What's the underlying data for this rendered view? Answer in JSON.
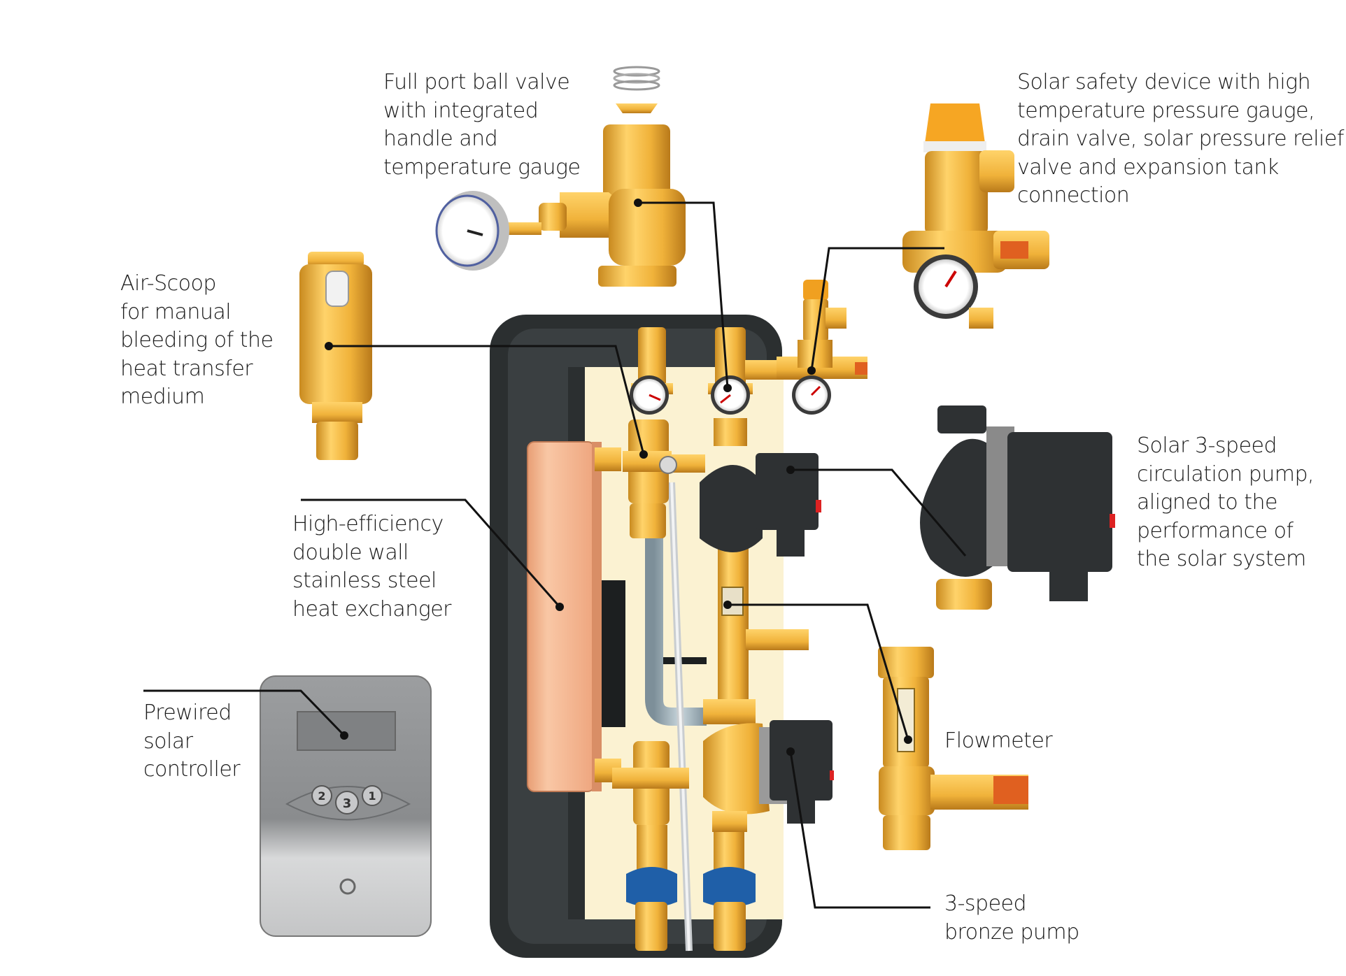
{
  "labels": {
    "ball_valve": [
      "Full port ball valve",
      "with integrated",
      "handle and",
      "temperature gauge"
    ],
    "safety_device": [
      "Solar safety device with high",
      "temperature pressure gauge,",
      "drain valve, solar pressure relief",
      "valve and expansion tank",
      "connection"
    ],
    "air_scoop": [
      "Air-Scoop",
      "for manual",
      "bleeding of the",
      "heat transfer",
      "medium"
    ],
    "heat_exchanger": [
      "High-efficiency",
      "double wall",
      "stainless steel",
      "heat exchanger"
    ],
    "solar_pump": [
      "Solar 3-speed",
      "circulation pump,",
      "aligned to the",
      "performance of",
      "the solar system"
    ],
    "controller": [
      "Prewired",
      "solar",
      "controller"
    ],
    "flowmeter": [
      "Flowmeter"
    ],
    "bronze_pump": [
      "3-speed",
      "bronze pump"
    ]
  },
  "controller_buttons": [
    "2",
    "3",
    "1"
  ],
  "colors": {
    "brass": "#f0b23a",
    "brass_dark": "#c98a1f",
    "housing": "#2b2f30",
    "panel": "#fbf2d2",
    "exchanger": "#f4b48c",
    "pump_body": "#2e3133",
    "valve_handle": "#1f5fa8",
    "leader": "#111111",
    "controller": "#a6a8aa"
  }
}
